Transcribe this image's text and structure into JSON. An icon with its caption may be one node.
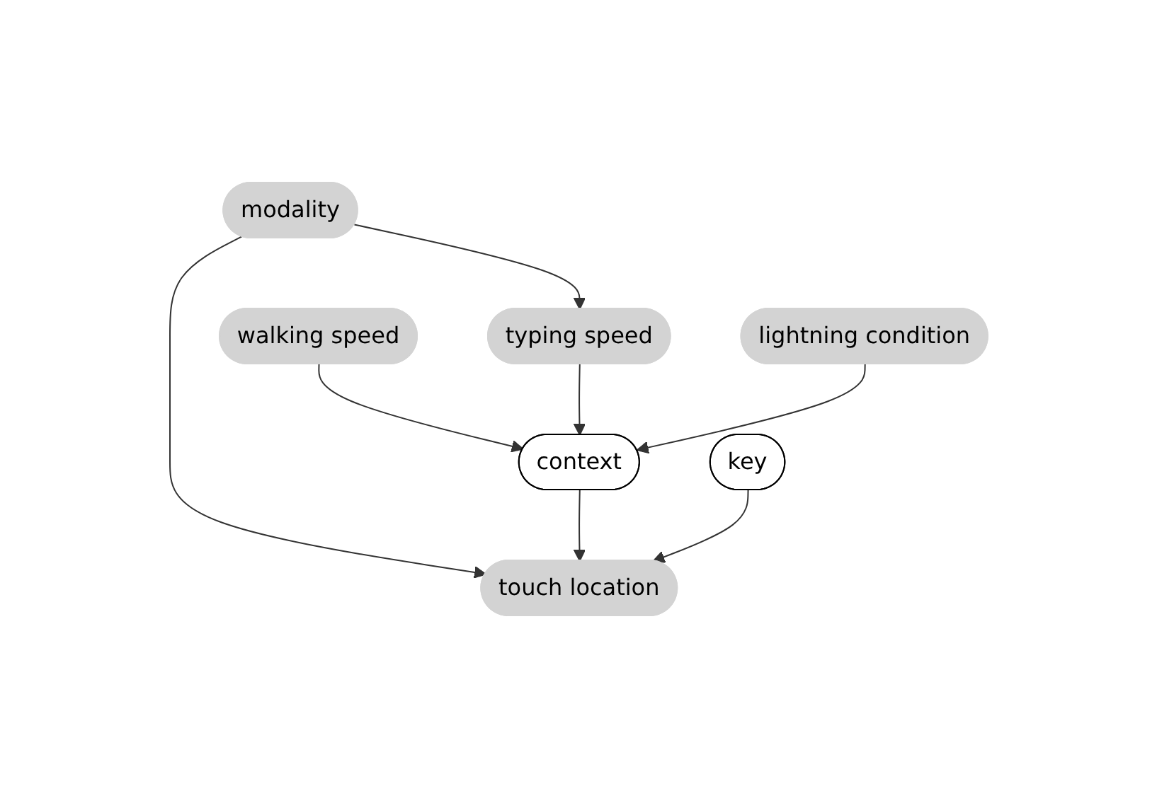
{
  "diagram": {
    "nodes": [
      {
        "text": [
          "modality"
        ]
      },
      {
        "text": [
          "walking speed"
        ]
      },
      {
        "text": [
          "typing speed"
        ]
      },
      {
        "text": [
          "lightning condition"
        ]
      },
      {
        "text": [
          "context"
        ]
      },
      {
        "text": [
          "key"
        ]
      },
      {
        "text": [
          "touch location"
        ]
      }
    ],
    "edges": [
      {
        "from": 0,
        "to": 2,
        "arrow": "to"
      },
      {
        "from": 0,
        "to": 6,
        "arrow": "to"
      },
      {
        "from": 1,
        "to": 4,
        "arrow": "to"
      },
      {
        "from": 2,
        "to": 4,
        "arrow": "to"
      },
      {
        "from": 3,
        "to": 4,
        "arrow": "to"
      },
      {
        "from": 4,
        "to": 6,
        "arrow": "to"
      },
      {
        "from": 5,
        "to": 6,
        "arrow": "to"
      }
    ]
  }
}
